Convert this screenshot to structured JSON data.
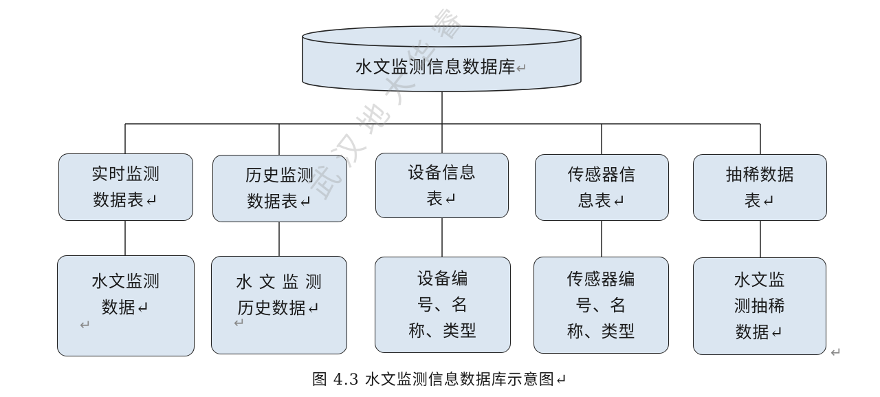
{
  "database": {
    "label": "水文监测信息数据库",
    "return_mark": "↵"
  },
  "tables": [
    {
      "label": "实时监测\n数据表↵"
    },
    {
      "label": "历史监测\n数据表↵"
    },
    {
      "label": "设备信息\n表↵"
    },
    {
      "label": "传感器信\n息表↵"
    },
    {
      "label": "抽稀数据\n表↵"
    }
  ],
  "details": [
    {
      "label": "水文监测\n数据↵",
      "extra": "↵"
    },
    {
      "label": "水 文 监 测\n历史数据↵",
      "extra": "↵"
    },
    {
      "label": "设备编\n号、名\n称、类型",
      "extra": ""
    },
    {
      "label": "传感器编\n号、名\n称、类型",
      "extra": ""
    },
    {
      "label": "水文监\n测抽稀\n数据↵",
      "extra": ""
    }
  ],
  "caption": "图 4.3  水文监测信息数据库示意图↵",
  "page_return_mark": "↵",
  "watermark": "武汉地大华睿"
}
